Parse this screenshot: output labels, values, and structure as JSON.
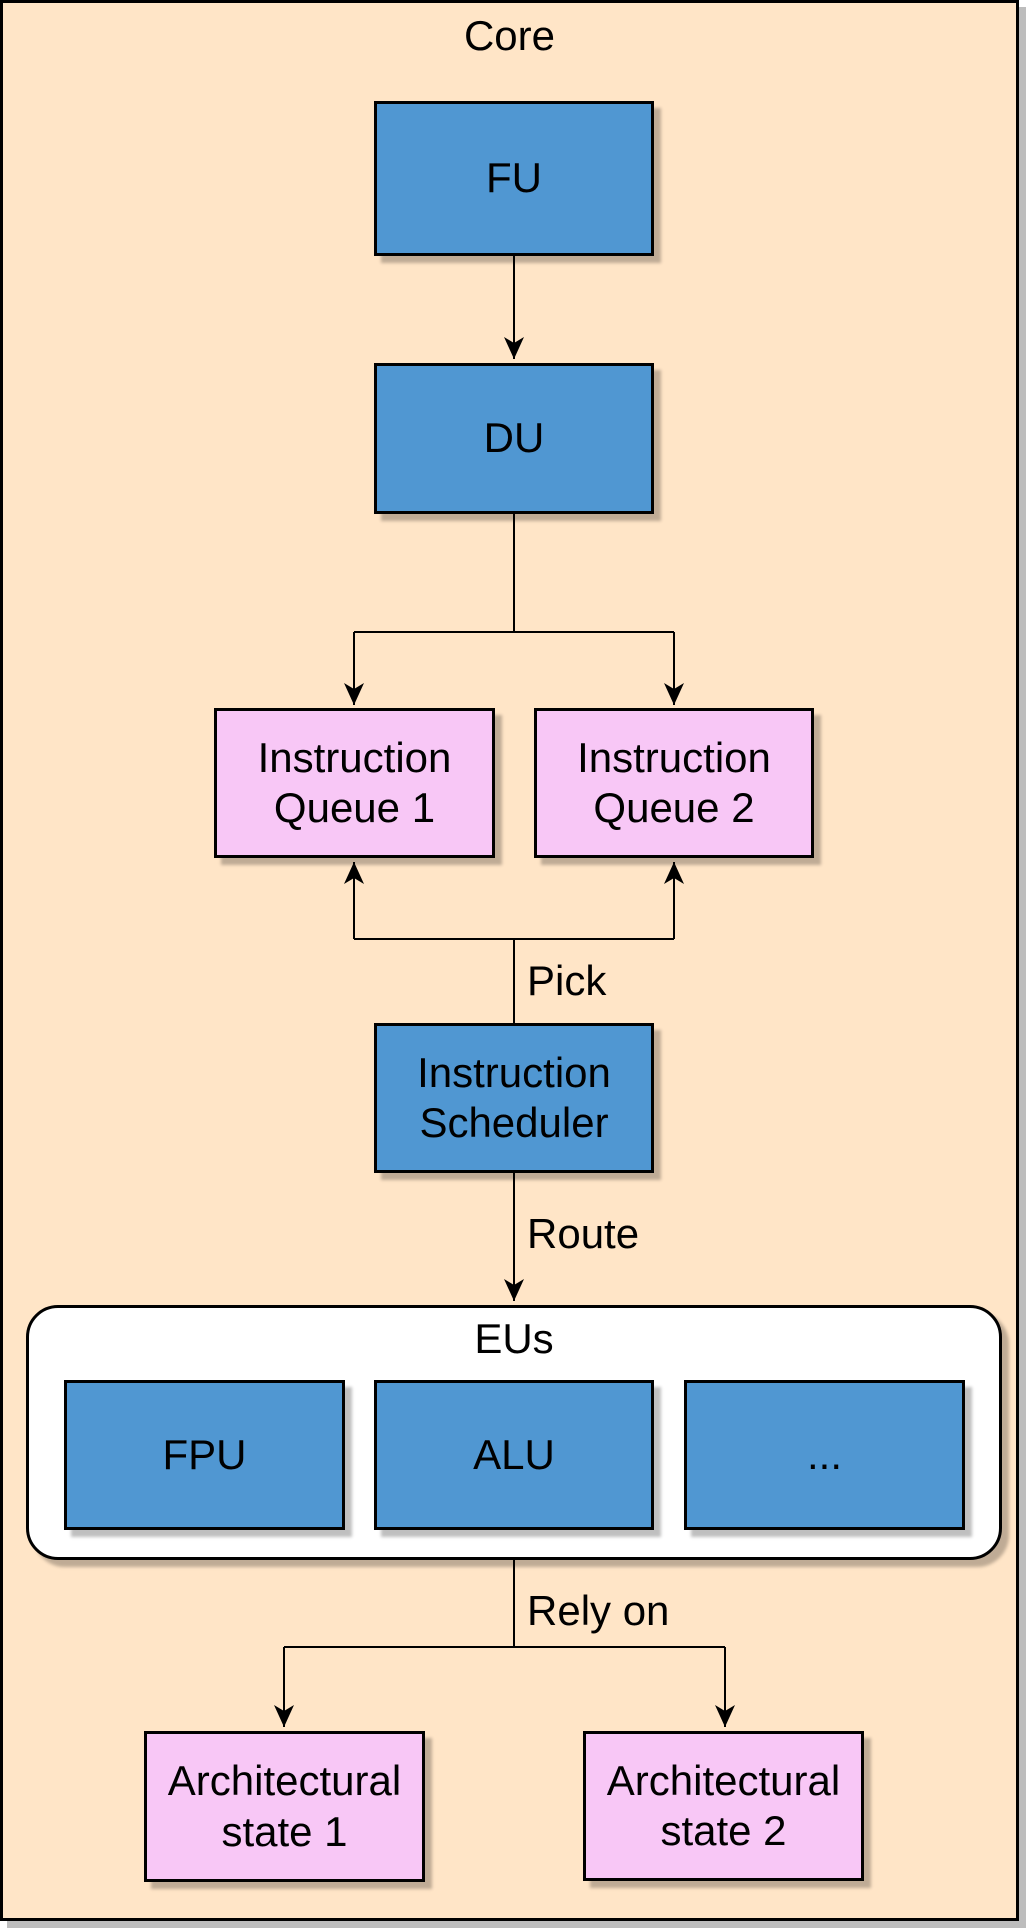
{
  "diagram": {
    "title": "Core",
    "nodes": {
      "fu": {
        "label": "FU"
      },
      "du": {
        "label": "DU"
      },
      "iq1": {
        "label": "Instruction Queue 1"
      },
      "iq2": {
        "label": "Instruction Queue 2"
      },
      "scheduler": {
        "label": "Instruction Scheduler"
      },
      "eus": {
        "label": "EUs"
      },
      "fpu": {
        "label": "FPU"
      },
      "alu": {
        "label": "ALU"
      },
      "more": {
        "label": "..."
      },
      "as1": {
        "label": "Architectural state 1"
      },
      "as2": {
        "label": "Architectural state 2"
      }
    },
    "edge_labels": {
      "pick": "Pick",
      "route": "Route",
      "rely_on": "Rely on"
    },
    "colors": {
      "bg": "#ffe5c7",
      "blue": "#5097d2",
      "pink": "#f8c7f6",
      "white": "#ffffff",
      "border": "#000000",
      "canvas-shadow": "#bdbdbd"
    }
  }
}
